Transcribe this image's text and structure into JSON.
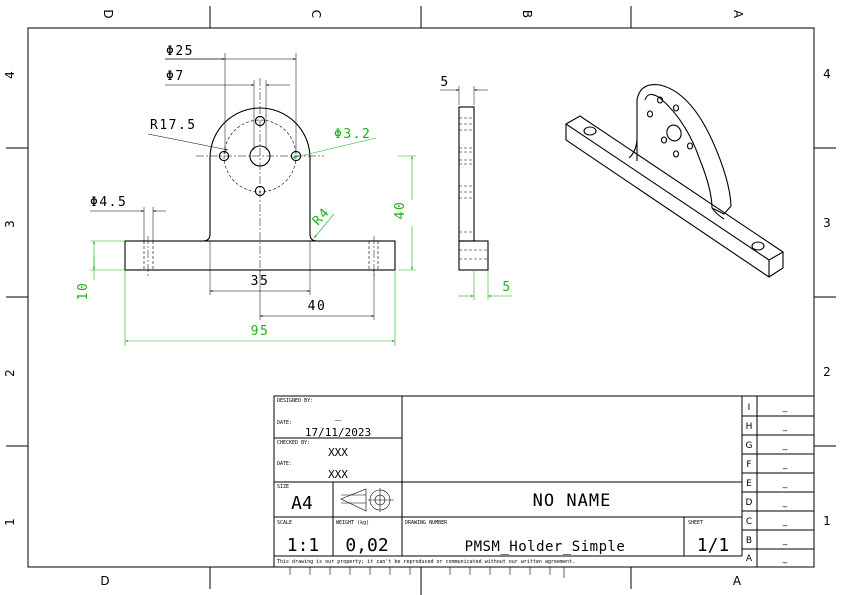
{
  "zones": {
    "top": [
      "D",
      "C",
      "B",
      "A"
    ],
    "bottom": [
      "D",
      "A"
    ],
    "left": [
      "4",
      "3",
      "2",
      "1"
    ],
    "right": [
      "4",
      "3",
      "2",
      "1"
    ]
  },
  "dimensions": {
    "d25": "Φ25",
    "d7": "Φ7",
    "r17_5": "R17.5",
    "d3_2": "Φ3.2",
    "d4_5": "Φ4.5",
    "r4": "R4",
    "h40": "40",
    "h10": "10",
    "w35": "35",
    "w40": "40",
    "w95": "95",
    "t5_top": "5",
    "t5_bottom": "5"
  },
  "title_block": {
    "designed_by_label": "DESIGNED BY:",
    "designed_by": "_",
    "date_label": "DATE:",
    "date": "17/11/2023",
    "checked_by_label": "CHECKED BY:",
    "checked_by": "XXX",
    "date2_label": "DATE:",
    "date2": "XXX",
    "size_label": "SIZE",
    "size": "A4",
    "scale_label": "SCALE",
    "scale": "1:1",
    "weight_label": "WEIGHT (kg)",
    "weight": "0,02",
    "drawing_number_label": "DRAWING NUMBER",
    "drawing_number": "PMSM_Holder_Simple",
    "sheet_label": "SHEET",
    "sheet": "1/1",
    "title": "NO NAME",
    "disclaimer": "This drawing is our property; it can't be reproduced or communicated without our written agreement.",
    "revisions": [
      {
        "letter": "I",
        "value": "_"
      },
      {
        "letter": "H",
        "value": "_"
      },
      {
        "letter": "G",
        "value": "_"
      },
      {
        "letter": "F",
        "value": "_"
      },
      {
        "letter": "E",
        "value": "_"
      },
      {
        "letter": "D",
        "value": "_"
      },
      {
        "letter": "C",
        "value": "_"
      },
      {
        "letter": "B",
        "value": "_"
      },
      {
        "letter": "A",
        "value": "_"
      }
    ]
  }
}
